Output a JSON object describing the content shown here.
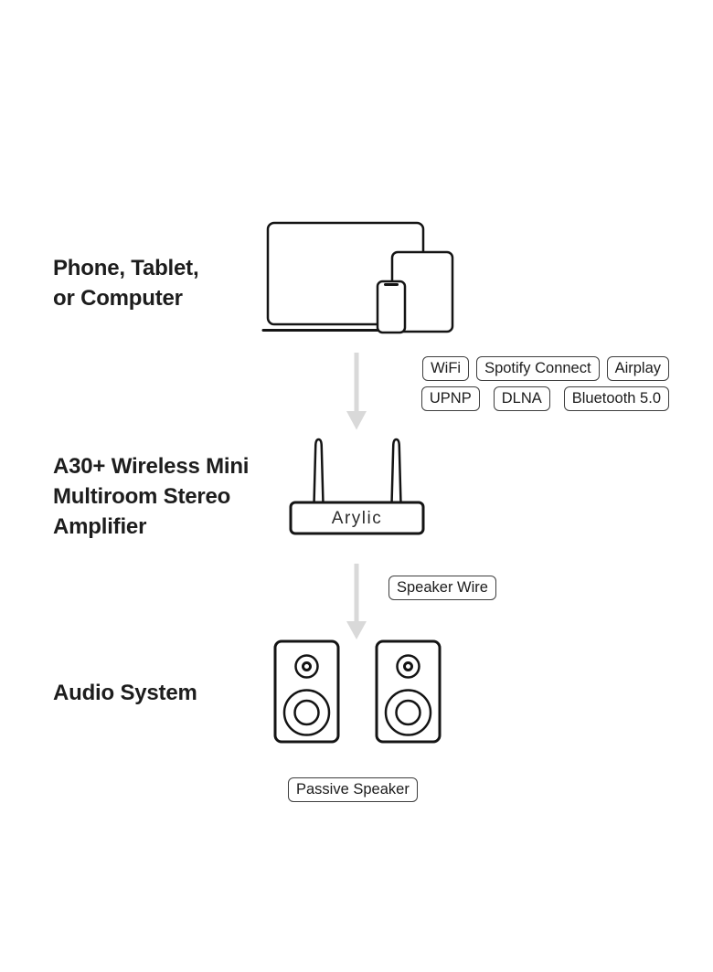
{
  "colors": {
    "background": "#ffffff",
    "line_art": "#141414",
    "arrow": "#d9d9d9",
    "heading_text": "#1d1d1d",
    "badge_border": "#3e3e3e",
    "badge_text": "#1c1c1c"
  },
  "sections": {
    "source": {
      "label_lines": [
        "Phone, Tablet,",
        "or Computer"
      ],
      "icon": "devices-icon"
    },
    "amplifier": {
      "label_lines": [
        "A30+ Wireless Mini",
        "Multiroom Stereo",
        "Amplifier"
      ],
      "device_brand": "Arylic",
      "icon": "wireless-amplifier-icon"
    },
    "audio": {
      "label_lines": [
        "Audio System"
      ],
      "icon": "passive-speakers-icon"
    }
  },
  "badges": {
    "connectivity_row1": [
      "WiFi",
      "Spotify Connect",
      "Airplay"
    ],
    "connectivity_row2": [
      "UPNP",
      "DLNA",
      "Bluetooth 5.0"
    ],
    "wire": "Speaker Wire",
    "output": "Passive Speaker"
  }
}
